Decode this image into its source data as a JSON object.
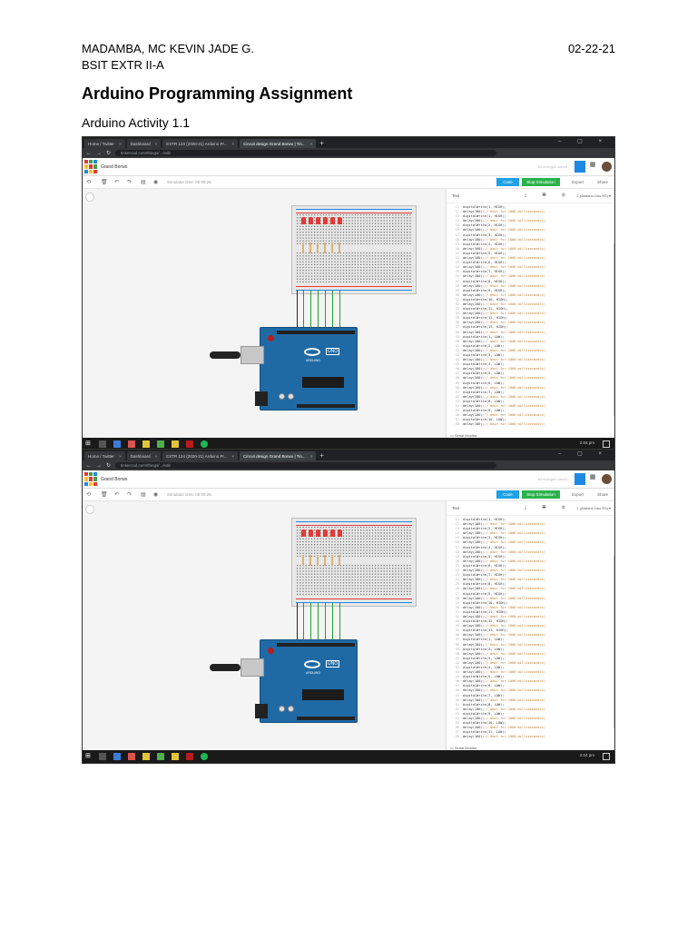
{
  "header": {
    "name": "MADAMBA, MC KEVIN JADE G.",
    "class": "BSIT EXTR II-A",
    "date": "02-22-21"
  },
  "document": {
    "title": "Arduino Programming Assignment",
    "activity": "Arduino Activity 1.1"
  },
  "browser": {
    "tabs": [
      "Home / Twitter",
      "Dashboard",
      "EXTR 124 (2020-21) Arduino Pr...",
      "Circuit design Grand Borwo | Tin..."
    ],
    "url": "tinkercad.com/things/.../edit"
  },
  "tinkercad": {
    "title": "Grand Borwo",
    "saved": "All changes saved",
    "sim_time_1": "Simulator time: 00:00:26",
    "sim_time_2": "Simulator time: 00:00:26",
    "code_btn": "Code",
    "sim_btn": "Stop Simulation",
    "export": "Export",
    "share": "Share",
    "panel_mode": "Text",
    "board": "1 (Arduino Uno R3)",
    "serial": "Serial Monitor",
    "uno": "UNO",
    "brand": "ARDUINO",
    "clock": "2:04 pm"
  },
  "code1": {
    "start": 11,
    "lines": [
      [
        "digitalWrite(1, HIGH);",
        ""
      ],
      [
        "delay(100);",
        " // Wait for 1000 millisecond(s)"
      ],
      [
        "digitalWrite(1, HIGH);",
        ""
      ],
      [
        "delay(100);",
        " // Wait for 1000 millisecond(s)"
      ],
      [
        "digitalWrite(2, HIGH);",
        ""
      ],
      [
        "delay(100);",
        " // Wait for 1000 millisecond(s)"
      ],
      [
        "digitalWrite(3, HIGH);",
        ""
      ],
      [
        "delay(100);",
        " // Wait for 1000 millisecond(s)"
      ],
      [
        "digitalWrite(4, HIGH);",
        ""
      ],
      [
        "delay(100);",
        " // Wait for 1000 millisecond(s)"
      ],
      [
        "digitalWrite(5, HIGH);",
        ""
      ],
      [
        "delay(100);",
        " // Wait for 1000 millisecond(s)"
      ],
      [
        "digitalWrite(6, HIGH);",
        ""
      ],
      [
        "delay(100);",
        " // Wait for 1000 millisecond(s)"
      ],
      [
        "digitalWrite(7, HIGH);",
        ""
      ],
      [
        "delay(100);",
        " // Wait for 1000 millisecond(s)"
      ],
      [
        "digitalWrite(8, HIGH);",
        ""
      ],
      [
        "delay(100);",
        " // Wait for 1000 millisecond(s)"
      ],
      [
        "digitalWrite(9, HIGH);",
        ""
      ],
      [
        "delay(100);",
        " // Wait for 1000 millisecond(s)"
      ],
      [
        "digitalWrite(10, HIGH);",
        ""
      ],
      [
        "delay(100);",
        " // Wait for 1000 millisecond(s)"
      ],
      [
        "digitalWrite(11, HIGH);",
        ""
      ],
      [
        "delay(100);",
        " // Wait for 1000 millisecond(s)"
      ],
      [
        "digitalWrite(12, HIGH);",
        ""
      ],
      [
        "delay(100);",
        " // Wait for 1000 millisecond(s)"
      ],
      [
        "digitalWrite(13, HIGH);",
        ""
      ],
      [
        "delay(100);",
        " // Wait for 1000 millisecond(s)"
      ],
      [
        "digitalWrite(1, LOW);",
        ""
      ],
      [
        "delay(100);",
        " // Wait for 1000 millisecond(s)"
      ],
      [
        "digitalWrite(2, LOW);",
        ""
      ],
      [
        "delay(100);",
        " // Wait for 1000 millisecond(s)"
      ],
      [
        "digitalWrite(3, LOW);",
        ""
      ],
      [
        "delay(100);",
        " // Wait for 1000 millisecond(s)"
      ],
      [
        "digitalWrite(4, LOW);",
        ""
      ],
      [
        "delay(100);",
        " // Wait for 1000 millisecond(s)"
      ],
      [
        "digitalWrite(5, LOW);",
        ""
      ],
      [
        "delay(100);",
        " // Wait for 1000 millisecond(s)"
      ],
      [
        "digitalWrite(6, LOW);",
        ""
      ],
      [
        "delay(100);",
        " // Wait for 1000 millisecond(s)"
      ],
      [
        "digitalWrite(7, LOW);",
        ""
      ],
      [
        "delay(100);",
        " // Wait for 1000 millisecond(s)"
      ],
      [
        "digitalWrite(8, LOW);",
        ""
      ],
      [
        "delay(100);",
        " // Wait for 1000 millisecond(s)"
      ],
      [
        "digitalWrite(9, LOW);",
        ""
      ],
      [
        "delay(100);",
        " // Wait for 1000 millisecond(s)"
      ],
      [
        "digitalWrite(10, LOW);",
        ""
      ],
      [
        "delay(100);",
        " // Wait for 1000 millisecond(s)"
      ]
    ]
  },
  "code2": {
    "start": 11,
    "lines": [
      [
        "digitalWrite(1, HIGH);",
        ""
      ],
      [
        "delay(100);",
        " // Wait for 1000 millisecond(s)"
      ],
      [
        "digitalWrite(2, HIGH);",
        ""
      ],
      [
        "delay(100);",
        " // Wait for 1000 millisecond(s)"
      ],
      [
        "digitalWrite(3, HIGH);",
        ""
      ],
      [
        "delay(100);",
        " // Wait for 1000 millisecond(s)"
      ],
      [
        "digitalWrite(4, HIGH);",
        ""
      ],
      [
        "delay(100);",
        " // Wait for 1000 millisecond(s)"
      ],
      [
        "digitalWrite(5, HIGH);",
        ""
      ],
      [
        "delay(100);",
        " // Wait for 1000 millisecond(s)"
      ],
      [
        "digitalWrite(6, HIGH);",
        ""
      ],
      [
        "delay(100);",
        " // Wait for 1000 millisecond(s)"
      ],
      [
        "digitalWrite(7, HIGH);",
        ""
      ],
      [
        "delay(100);",
        " // Wait for 1000 millisecond(s)"
      ],
      [
        "digitalWrite(8, HIGH);",
        ""
      ],
      [
        "delay(100);",
        " // Wait for 1000 millisecond(s)"
      ],
      [
        "digitalWrite(9, HIGH);",
        ""
      ],
      [
        "delay(100);",
        " // Wait for 1000 millisecond(s)"
      ],
      [
        "digitalWrite(10, HIGH);",
        ""
      ],
      [
        "delay(100);",
        " // Wait for 1000 millisecond(s)"
      ],
      [
        "digitalWrite(11, HIGH);",
        ""
      ],
      [
        "delay(100);",
        " // Wait for 1000 millisecond(s)"
      ],
      [
        "digitalWrite(12, HIGH);",
        ""
      ],
      [
        "delay(100);",
        " // Wait for 1000 millisecond(s)"
      ],
      [
        "digitalWrite(13, HIGH);",
        ""
      ],
      [
        "delay(100);",
        " // Wait for 1000 millisecond(s)"
      ],
      [
        "digitalWrite(1, LOW);",
        ""
      ],
      [
        "delay(100);",
        " // Wait for 1000 millisecond(s)"
      ],
      [
        "digitalWrite(2, LOW);",
        ""
      ],
      [
        "delay(100);",
        " // Wait for 1000 millisecond(s)"
      ],
      [
        "digitalWrite(3, LOW);",
        ""
      ],
      [
        "delay(100);",
        " // Wait for 1000 millisecond(s)"
      ],
      [
        "digitalWrite(4, LOW);",
        ""
      ],
      [
        "delay(100);",
        " // Wait for 1000 millisecond(s)"
      ],
      [
        "digitalWrite(5, LOW);",
        ""
      ],
      [
        "delay(100);",
        " // Wait for 1000 millisecond(s)"
      ],
      [
        "digitalWrite(6, LOW);",
        ""
      ],
      [
        "delay(100);",
        " // Wait for 1000 millisecond(s)"
      ],
      [
        "digitalWrite(7, LOW);",
        ""
      ],
      [
        "delay(100);",
        " // Wait for 1000 millisecond(s)"
      ],
      [
        "digitalWrite(8, LOW);",
        ""
      ],
      [
        "delay(100);",
        " // Wait for 1000 millisecond(s)"
      ],
      [
        "digitalWrite(9, LOW);",
        ""
      ],
      [
        "delay(100);",
        " // Wait for 1000 millisecond(s)"
      ],
      [
        "digitalWrite(10, LOW);",
        ""
      ],
      [
        "delay(100);",
        " // Wait for 1000 millisecond(s)"
      ],
      [
        "digitalWrite(11, LOW);",
        ""
      ],
      [
        "delay(100);",
        " // Wait for 1000 millisecond(s)"
      ]
    ]
  },
  "colors": {
    "led": "#e53935",
    "wire": "#22a02e",
    "board": "#1f6aa5",
    "code_btn": "#1ea1e6",
    "sim_btn": "#2bb24c"
  }
}
